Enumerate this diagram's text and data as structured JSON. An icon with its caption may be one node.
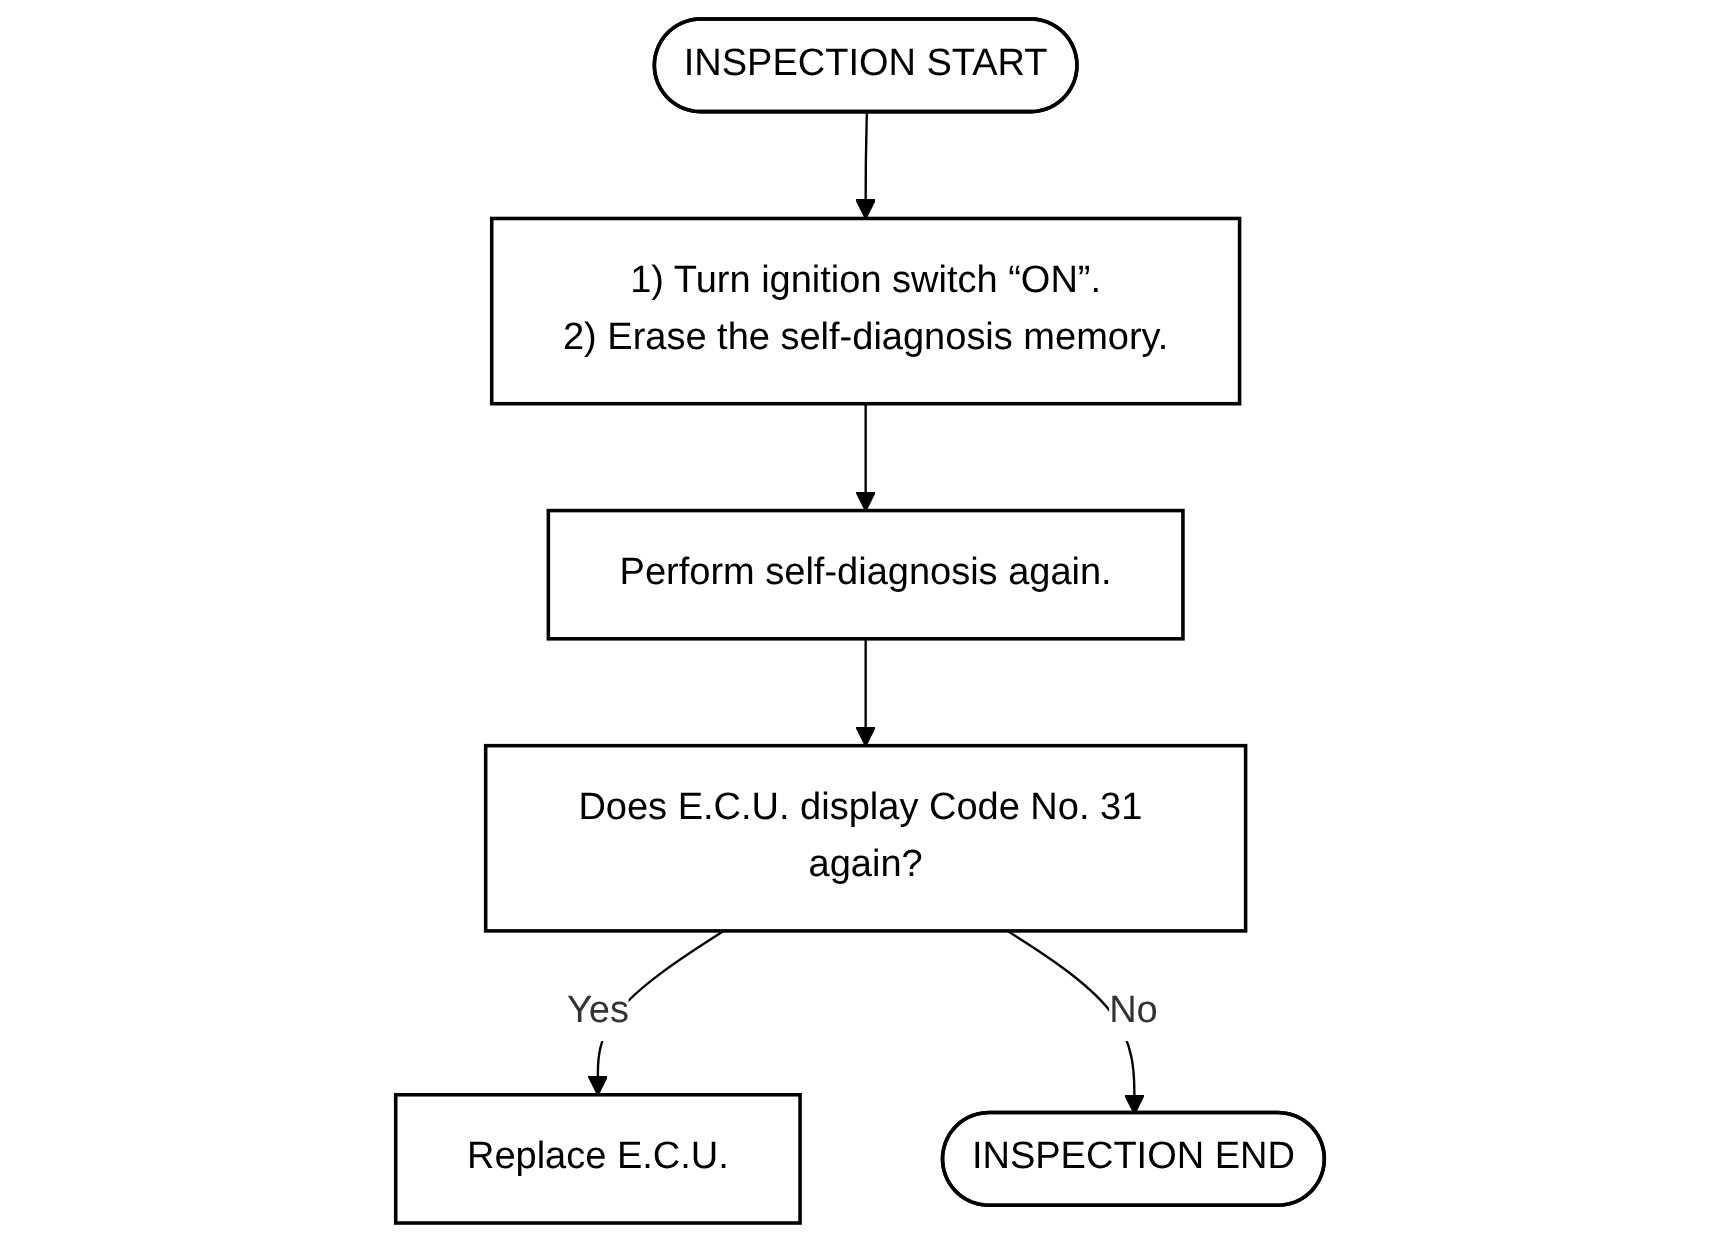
{
  "diagram": {
    "nodes": [
      {
        "text": [
          "INSPECTION START"
        ]
      },
      {
        "text": [
          "1) Turn ignition switch “ON”.",
          "2) Erase the self-diagnosis memory."
        ]
      },
      {
        "text": [
          "Perform self-diagnosis again."
        ]
      },
      {
        "text": [
          "Does E.C.U. display Code No. 31 again?"
        ]
      },
      {
        "text": [
          "Replace E.C.U."
        ]
      },
      {
        "text": [
          "INSPECTION END"
        ]
      }
    ],
    "edges": [
      {
        "from": 0,
        "to": 1,
        "arrow": "to"
      },
      {
        "from": 1,
        "to": 2,
        "arrow": "to"
      },
      {
        "from": 2,
        "to": 3,
        "arrow": "to"
      },
      {
        "from": 3,
        "to": 4,
        "label": "Yes",
        "arrow": "to"
      },
      {
        "from": 3,
        "to": 5,
        "label": "No",
        "arrow": "to"
      }
    ]
  }
}
